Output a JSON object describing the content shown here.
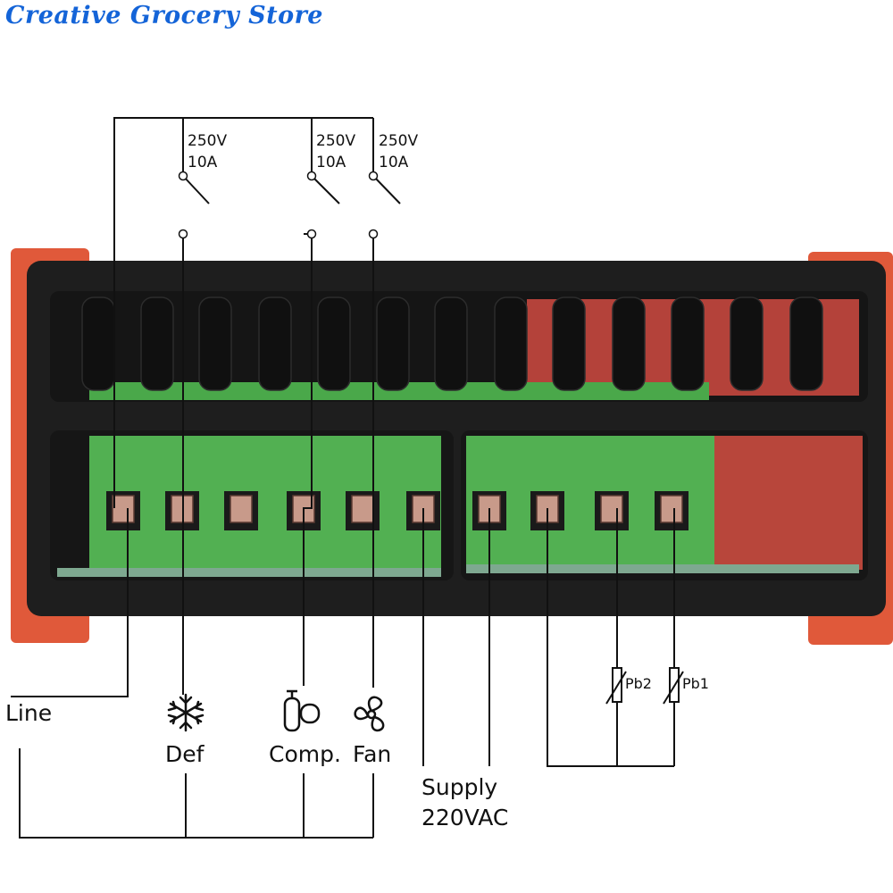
{
  "brand": "Creative Grocery Store",
  "relays": [
    {
      "voltage": "250V",
      "current": "10A"
    },
    {
      "voltage": "250V",
      "current": "10A"
    },
    {
      "voltage": "250V",
      "current": "10A"
    }
  ],
  "labels": {
    "line": "Line",
    "def": "Def",
    "comp": "Comp.",
    "fan": "Fan",
    "supply_1": "Supply",
    "supply_2": "220VAC",
    "pb1": "Pb1",
    "pb2": "Pb2"
  },
  "icons": {
    "def": "snowflake-icon",
    "comp": "compressor-icon",
    "fan": "fan-icon"
  },
  "colors": {
    "brand": "#1464d8",
    "housing": "#1e1e1e",
    "terminal_block": "#52b052",
    "mount_tab": "#e0593a",
    "wire": "#111111"
  }
}
